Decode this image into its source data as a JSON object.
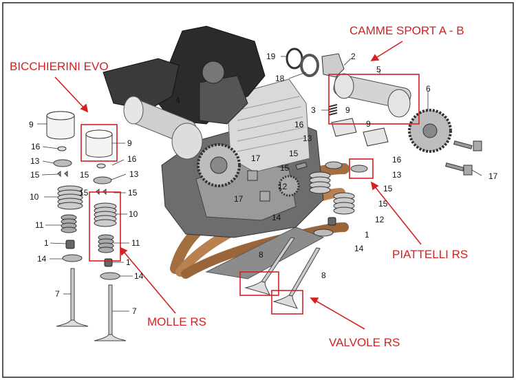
{
  "callouts": {
    "cams": "CAMME SPORT A - B",
    "tappets": "BICCHIERINI EVO",
    "retainers": "PIATTELLI RS",
    "springs": "MOLLE RS",
    "valves": "VALVOLE RS"
  },
  "part_numbers": {
    "n1": "1",
    "n2": "2",
    "n3": "3",
    "n4": "4",
    "n5": "5",
    "n6": "6",
    "n7": "7",
    "n8": "8",
    "n9": "9",
    "n10": "10",
    "n11": "11",
    "n12": "12",
    "n13": "13",
    "n14": "14",
    "n15": "15",
    "n16": "16",
    "n17": "17",
    "n18": "18",
    "n19": "19"
  },
  "colors": {
    "accent": "#d42020",
    "engine_dark": "#2b2b2b",
    "engine_mid": "#8a8a8a",
    "exhaust": "#b07a4a"
  }
}
